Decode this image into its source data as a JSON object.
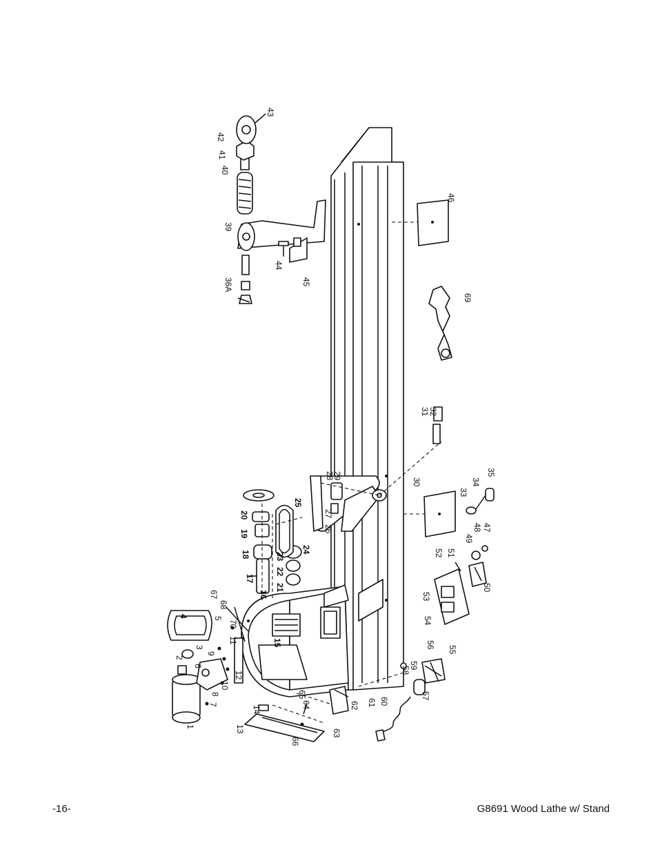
{
  "footer": {
    "page_number": "-16-",
    "title": "G8691 Wood Lathe w/ Stand"
  },
  "callouts": {
    "c1": "1",
    "c2": "2",
    "c3": "3",
    "c4": "4",
    "c5": "5",
    "c6": "6",
    "c7": "7",
    "c8": "8",
    "c9": "9",
    "c10": "10",
    "c11": "11",
    "c12": "12",
    "c13": "13",
    "c14": "14",
    "c15": "15",
    "c16": "16",
    "c17": "17",
    "c18": "18",
    "c19": "19",
    "c20": "20",
    "c21": "21",
    "c22": "22",
    "c23": "23",
    "c24": "24",
    "c25": "25",
    "c26": "26",
    "c27": "27",
    "c28": "28",
    "c29": "29",
    "c30": "30",
    "c31": "31",
    "c32": "32",
    "c33": "33",
    "c34": "34",
    "c35": "35",
    "c36A": "36A",
    "c39": "39",
    "c40": "40",
    "c41": "41",
    "c42": "42",
    "c43": "43",
    "c44": "44",
    "c45": "45",
    "c46": "46",
    "c47": "47",
    "c48": "48",
    "c49": "49",
    "c50": "50",
    "c51": "51",
    "c52": "52",
    "c53": "53",
    "c54": "54",
    "c55": "55",
    "c56": "56",
    "c57": "57",
    "c58": "58",
    "c59": "59",
    "c60": "60",
    "c61": "61",
    "c62": "62",
    "c63": "63",
    "c64": "64",
    "c65": "65",
    "c66": "66",
    "c67": "67",
    "c68": "68",
    "c69": "69",
    "c70": "70"
  }
}
